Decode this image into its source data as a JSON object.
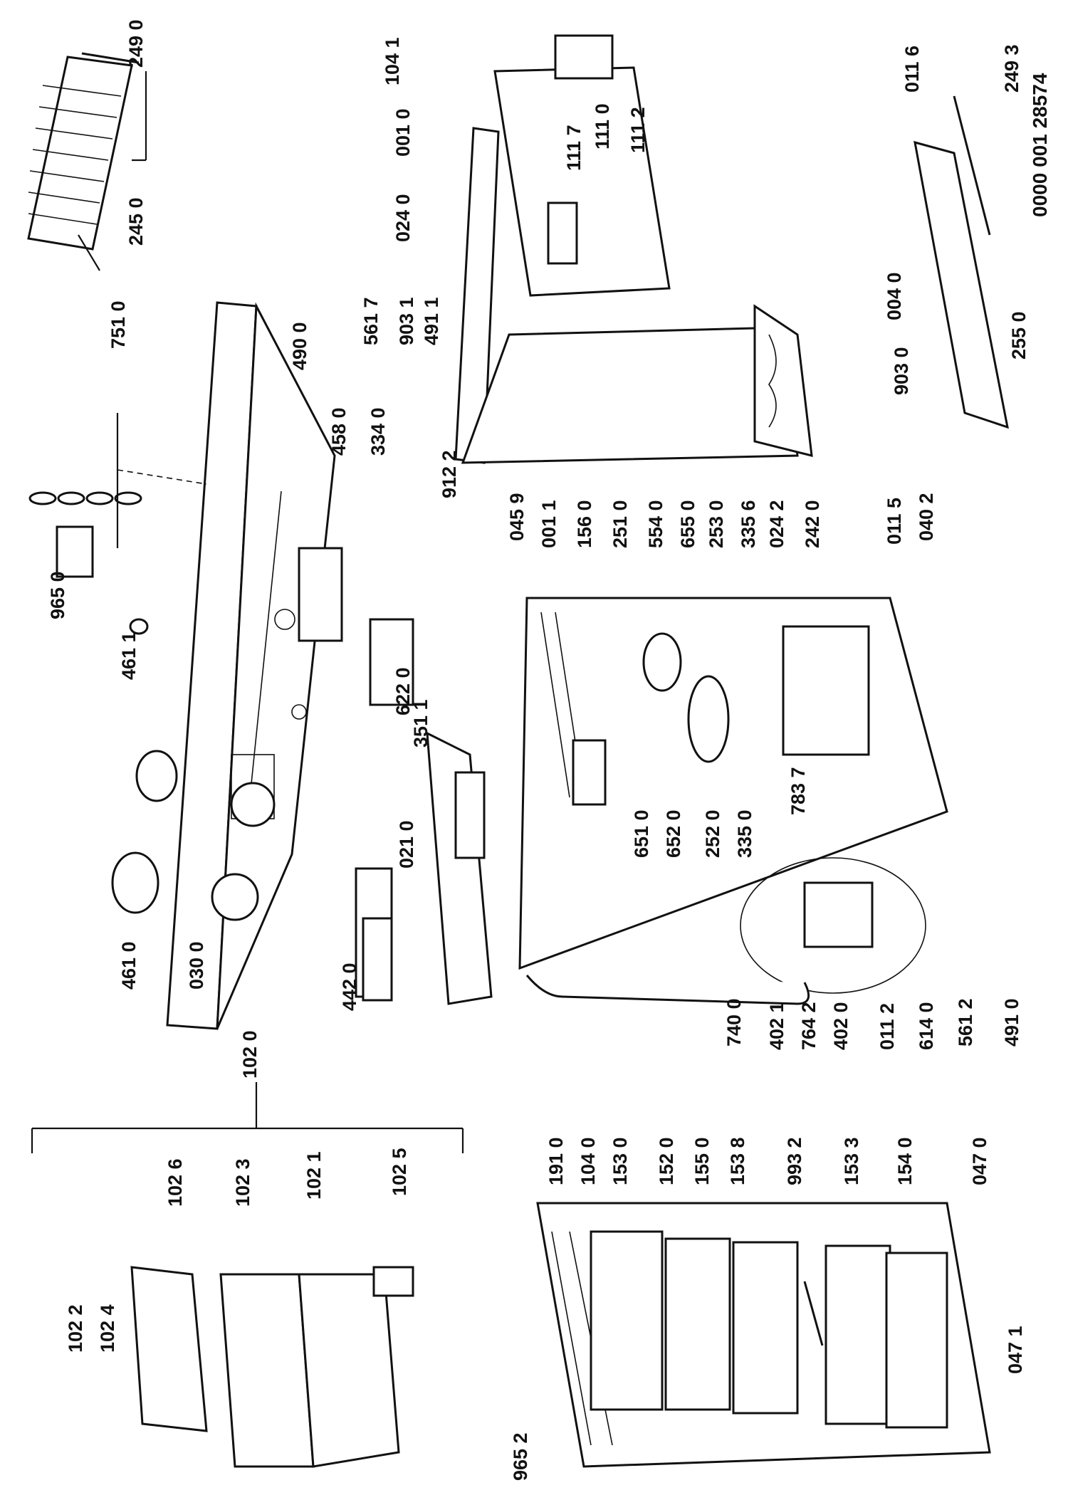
{
  "diagram": {
    "code": "0000 001 28574",
    "labels": {
      "249_0": "249 0",
      "245_0": "245 0",
      "751_0": "751 0",
      "965_0": "965 0",
      "461_1": "461 1",
      "461_0": "461 0",
      "030_0": "030 0",
      "442_0": "442 0",
      "021_0": "021 0",
      "351_1": "351 1",
      "622_0": "622 0",
      "912_2": "912 2",
      "334_0": "334 0",
      "458_0": "458 0",
      "490_0": "490 0",
      "561_7": "561 7",
      "903_1": "903 1",
      "491_1": "491 1",
      "024_0": "024 0",
      "001_0": "001 0",
      "104_1": "104 1",
      "111_7": "111 7",
      "111_0": "111 0",
      "111_2": "111 2",
      "011_6": "011 6",
      "249_3": "249 3",
      "255_0": "255 0",
      "004_0": "004 0",
      "903_0": "903 0",
      "045_9": "045 9",
      "001_1": "001 1",
      "156_0": "156 0",
      "251_0": "251 0",
      "554_0": "554 0",
      "655_0": "655 0",
      "253_0": "253 0",
      "335_6": "335 6",
      "024_2": "024 2",
      "242_0": "242 0",
      "011_5": "011 5",
      "040_2": "040 2",
      "651_0": "651 0",
      "652_0": "652 0",
      "252_0": "252 0",
      "335_0": "335 0",
      "783_7": "783 7",
      "740_0": "740 0",
      "402_1": "402 1",
      "764_2": "764 2",
      "402_0": "402 0",
      "011_2": "011 2",
      "614_0": "614 0",
      "561_2": "561 2",
      "491_0": "491 0",
      "102_0": "102 0",
      "102_2": "102 2",
      "102_4": "102 4",
      "102_6": "102 6",
      "102_3": "102 3",
      "102_1": "102 1",
      "102_5": "102 5",
      "965_2": "965 2",
      "191_0": "191 0",
      "104_0": "104 0",
      "153_0": "153 0",
      "152_0": "152 0",
      "155_0": "155 0",
      "153_8": "153 8",
      "993_2": "993 2",
      "153_3": "153 3",
      "154_0": "154 0",
      "047_0": "047 0",
      "047_1": "047 1"
    }
  }
}
